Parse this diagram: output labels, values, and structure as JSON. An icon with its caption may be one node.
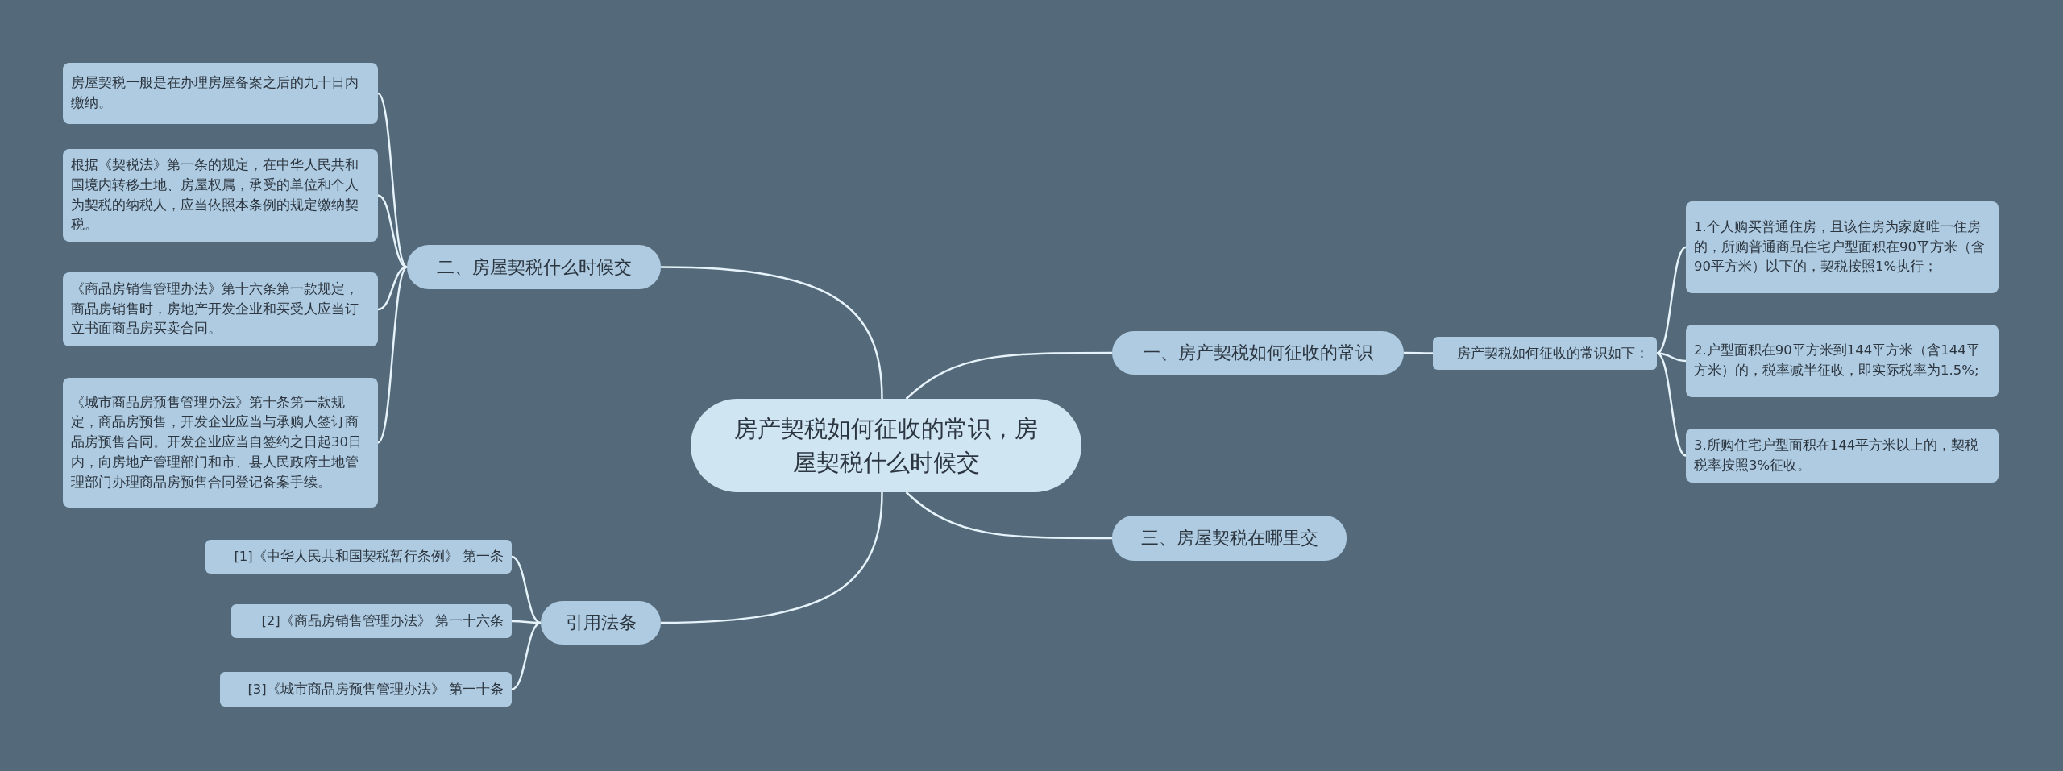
{
  "diagram": {
    "nodes": [
      {
        "text": [
          "房产契税如何征收的常识，房屋契税什么时候交"
        ]
      },
      {
        "text": [
          "一、房产契税如何征收的常识"
        ]
      },
      {
        "text": [
          "房产契税如何征收的常识如下："
        ]
      },
      {
        "text": [
          "1.个人购买普通住房，且该住房为家庭唯一住房的，所购普通商品住宅户型面积在90平方米（含90平方米）以下的，契税按照1%执行；"
        ]
      },
      {
        "text": [
          "2.户型面积在90平方米到144平方米（含144平方米）的，税率减半征收，即实际税率为1.5%;"
        ]
      },
      {
        "text": [
          "3.所购住宅户型面积在144平方米以上的，契税税率按照3%征收。"
        ]
      },
      {
        "text": [
          "三、房屋契税在哪里交"
        ]
      },
      {
        "text": [
          "二、房屋契税什么时候交"
        ]
      },
      {
        "text": [
          "房屋契税一般是在办理房屋备案之后的九十日内缴纳。"
        ]
      },
      {
        "text": [
          "根据《契税法》第一条的规定，在中华人民共和国境内转移土地、房屋权属，承受的单位和个人为契税的纳税人，应当依照本条例的规定缴纳契税。"
        ]
      },
      {
        "text": [
          "《商品房销售管理办法》第十六条第一款规定，商品房销售时，房地产开发企业和买受人应当订立书面商品房买卖合同。"
        ]
      },
      {
        "text": [
          "《城市商品房预售管理办法》第十条第一款规定，商品房预售，开发企业应当与承购人签订商品房预售合同。开发企业应当自签约之日起30日内，向房地产管理部门和市、县人民政府土地管理部门办理商品房预售合同登记备案手续。"
        ]
      },
      {
        "text": [
          "引用法条"
        ]
      },
      {
        "text": [
          "[1]《中华人民共和国契税暂行条例》 第一条"
        ]
      },
      {
        "text": [
          "[2]《商品房销售管理办法》 第一十六条"
        ]
      },
      {
        "text": [
          "[3]《城市商品房预售管理办法》 第一十条"
        ]
      }
    ],
    "edges": [
      {
        "from": 0,
        "to": 1,
        "arrow": "none"
      },
      {
        "from": 1,
        "to": 2,
        "arrow": "none"
      },
      {
        "from": 2,
        "to": 3,
        "arrow": "none"
      },
      {
        "from": 2,
        "to": 4,
        "arrow": "none"
      },
      {
        "from": 2,
        "to": 5,
        "arrow": "none"
      },
      {
        "from": 0,
        "to": 6,
        "arrow": "none"
      },
      {
        "from": 0,
        "to": 7,
        "arrow": "none"
      },
      {
        "from": 7,
        "to": 8,
        "arrow": "none"
      },
      {
        "from": 7,
        "to": 9,
        "arrow": "none"
      },
      {
        "from": 7,
        "to": 10,
        "arrow": "none"
      },
      {
        "from": 7,
        "to": 11,
        "arrow": "none"
      },
      {
        "from": 0,
        "to": 12,
        "arrow": "none"
      },
      {
        "from": 12,
        "to": 13,
        "arrow": "none"
      },
      {
        "from": 12,
        "to": 14,
        "arrow": "none"
      },
      {
        "from": 12,
        "to": 15,
        "arrow": "none"
      }
    ]
  }
}
